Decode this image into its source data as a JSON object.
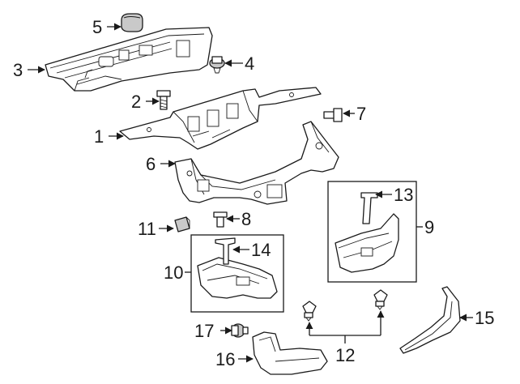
{
  "callouts": {
    "c1": "1",
    "c2": "2",
    "c3": "3",
    "c4": "4",
    "c5": "5",
    "c6": "6",
    "c7": "7",
    "c8": "8",
    "c9": "9",
    "c10": "10",
    "c11": "11",
    "c12": "12",
    "c13": "13",
    "c14": "14",
    "c15": "15",
    "c16": "16",
    "c17": "17"
  },
  "colors": {
    "line": "#1a1a1a",
    "fill": "#ffffff",
    "shade": "#c9c9c9"
  }
}
